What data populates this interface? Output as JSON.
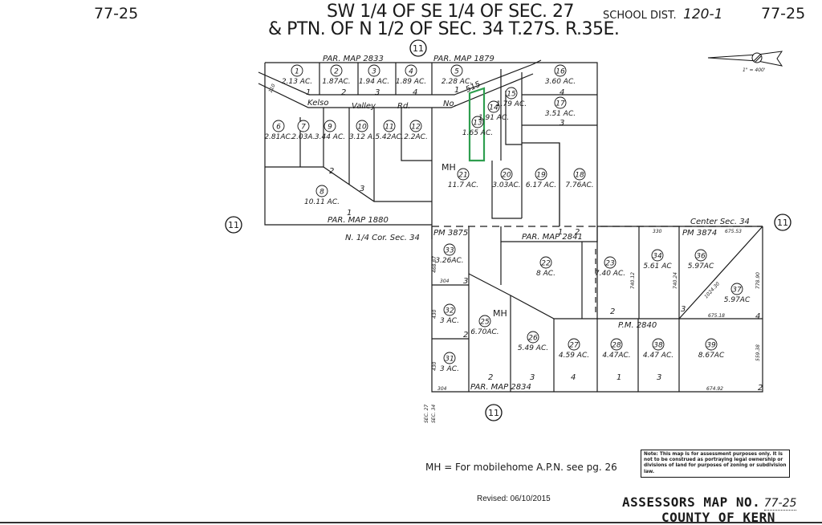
{
  "header": {
    "page_left": "77-25",
    "page_right": "77-25",
    "title_line1": "SW 1/4 OF SE 1/4 OF SEC. 27",
    "title_line2": "& PTN. OF N 1/2 OF SEC. 34 T.27S. R.35E.",
    "school_dist_label": "SCHOOL DIST.",
    "school_dist_value": "120-1"
  },
  "north_arrow": {
    "icon": "north-arrow-icon",
    "scale": "1\" = 400'"
  },
  "section_markers": [
    "11",
    "11",
    "11",
    "11"
  ],
  "parcel_maps": {
    "pm2833": "PAR. MAP 2833",
    "pm1879": "PAR. MAP 1879",
    "pm1880": "PAR. MAP 1880",
    "pm3875": "PM 3875",
    "pm2841": "PAR. MAP 2841",
    "pm3874": "PM 3874",
    "pm2840": "P.M. 2840",
    "pm2834": "PAR. MAP 2834"
  },
  "road": {
    "name_parts": [
      "Kelso",
      "Valley",
      "Rd.",
      "No."
    ],
    "number": "515",
    "width": "110"
  },
  "corners": {
    "n_quarter": "N. 1/4 Cor. Sec. 34",
    "center": "Center Sec. 34",
    "sec_line_top": "SEC. 27",
    "sec_line_bottom": "SEC. 34"
  },
  "parcels": [
    {
      "id": "1",
      "area": "2.13 AC."
    },
    {
      "id": "2",
      "area": "1.87AC."
    },
    {
      "id": "3",
      "area": "1.94 AC."
    },
    {
      "id": "4",
      "area": "1.89 AC."
    },
    {
      "id": "5",
      "area": "2.28 AC."
    },
    {
      "id": "6",
      "area": "2.81AC."
    },
    {
      "id": "7",
      "area": "2.03A."
    },
    {
      "id": "8",
      "area": "10.11 AC."
    },
    {
      "id": "9",
      "area": "3.44 AC."
    },
    {
      "id": "10",
      "area": "3.12 A."
    },
    {
      "id": "11",
      "area": "5.42AC."
    },
    {
      "id": "12",
      "area": "2.2AC."
    },
    {
      "id": "13",
      "area": "1.65 AC."
    },
    {
      "id": "14",
      "area": "1.91 AC."
    },
    {
      "id": "15",
      "area": "1.79 AC."
    },
    {
      "id": "16",
      "area": "3.60 AC."
    },
    {
      "id": "17",
      "area": "3.51 AC."
    },
    {
      "id": "18",
      "area": "7.76AC."
    },
    {
      "id": "19",
      "area": "6.17 AC."
    },
    {
      "id": "20",
      "area": "3.03AC."
    },
    {
      "id": "21",
      "area": "11.7 AC."
    },
    {
      "id": "22",
      "area": "8 AC."
    },
    {
      "id": "23",
      "area": "7.40 AC."
    },
    {
      "id": "25",
      "area": "6.70AC."
    },
    {
      "id": "26",
      "area": "5.49 AC."
    },
    {
      "id": "27",
      "area": "4.59 AC."
    },
    {
      "id": "28",
      "area": "4.47AC."
    },
    {
      "id": "31",
      "area": "3 AC."
    },
    {
      "id": "32",
      "area": "3 AC."
    },
    {
      "id": "33",
      "area": "3.26AC."
    },
    {
      "id": "34",
      "area": "5.61 AC"
    },
    {
      "id": "36",
      "area": "5.97AC"
    },
    {
      "id": "37",
      "area": "5.97AC"
    },
    {
      "id": "38",
      "area": "4.47 AC."
    },
    {
      "id": "39",
      "area": "8.67AC"
    }
  ],
  "highlighted_parcel": {
    "id": "13",
    "color": "#2e9e4f"
  },
  "dimensions": {
    "d330": "330",
    "d675_53": "675.53",
    "d740_12": "740.12",
    "d740_24": "740.24",
    "d1024_30": "1024.30",
    "d778_90": "778.90",
    "d675_18": "675.18",
    "d559_38": "559.38",
    "d674_92": "674.92",
    "d304a": "304",
    "d304b": "304",
    "d468_87": "468.87",
    "d430a": "430",
    "d430b": "430"
  },
  "mh_marker": "MH",
  "legend": {
    "mh_text": "MH = For mobilehome A.P.N. see pg. 26"
  },
  "note": "Note: This map is for assessment purposes only. It is not to be construed as portraying legal ownership or divisions of land for purposes of zoning or subdivision law.",
  "footer": {
    "revised": "Revised: 06/10/2015",
    "assessors_map_label": "ASSESSORS MAP NO.",
    "assessors_map_no": "77-25",
    "county": "COUNTY OF KERN"
  }
}
